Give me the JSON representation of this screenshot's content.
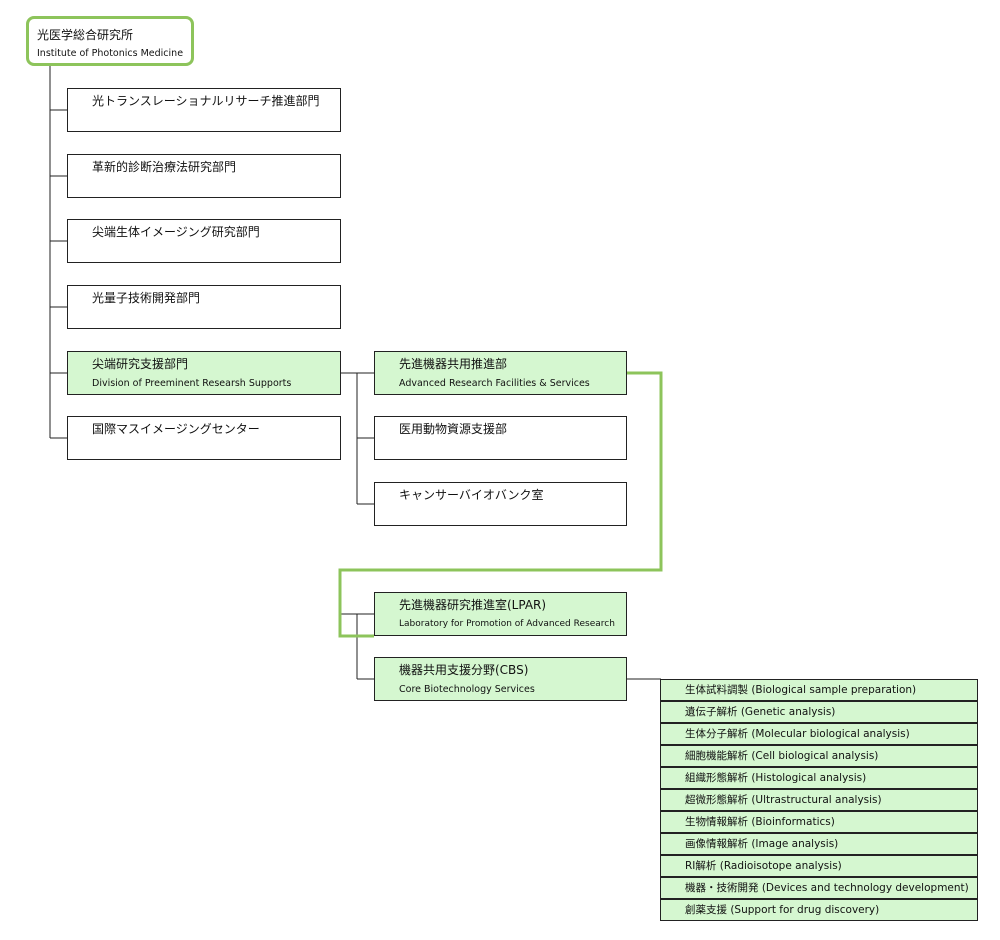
{
  "root": {
    "name_jp": "光医学総合研究所",
    "name_en": "Institute of Photonics Medicine"
  },
  "divisions": [
    {
      "name_jp": "光トランスレーショナルリサーチ推進部門",
      "name_en": ""
    },
    {
      "name_jp": "革新的診断治療法研究部門",
      "name_en": ""
    },
    {
      "name_jp": "尖端生体イメージング研究部門",
      "name_en": ""
    },
    {
      "name_jp": "光量子技術開発部門",
      "name_en": ""
    },
    {
      "name_jp": "尖端研究支援部門",
      "name_en": "Division of Preeminent Researsh Supports"
    },
    {
      "name_jp": "国際マスイメージングセンター",
      "name_en": ""
    }
  ],
  "support_units": [
    {
      "name_jp": "先進機器共用推進部",
      "name_en": "Advanced Research Facilities & Services"
    },
    {
      "name_jp": "医用動物資源支援部",
      "name_en": ""
    },
    {
      "name_jp": "キャンサーバイオバンク室",
      "name_en": ""
    }
  ],
  "facility_units": [
    {
      "name_jp": "先進機器研究推進室(LPAR)",
      "name_en": "Laboratory for Promotion of Advanced Research"
    },
    {
      "name_jp": "機器共用支援分野(CBS)",
      "name_en": "Core Biotechnology Services"
    }
  ],
  "cbs_services": [
    "生体試料調製 (Biological sample preparation)",
    "遺伝子解析 (Genetic analysis)",
    "生体分子解析 (Molecular biological analysis)",
    "細胞機能解析 (Cell biological analysis)",
    "組織形態解析 (Histological analysis)",
    "超微形態解析 (Ultrastructural analysis)",
    "生物情報解析 (Bioinformatics)",
    "画像情報解析 (Image analysis)",
    "RI解析 (Radioisotope analysis)",
    "機器・技術開発 (Devices and technology development)",
    "創薬支援 (Support for drug discovery)"
  ],
  "colors": {
    "highlight_fill": "#d5f7d0",
    "accent_line": "#8dc45b",
    "border": "#222222"
  }
}
